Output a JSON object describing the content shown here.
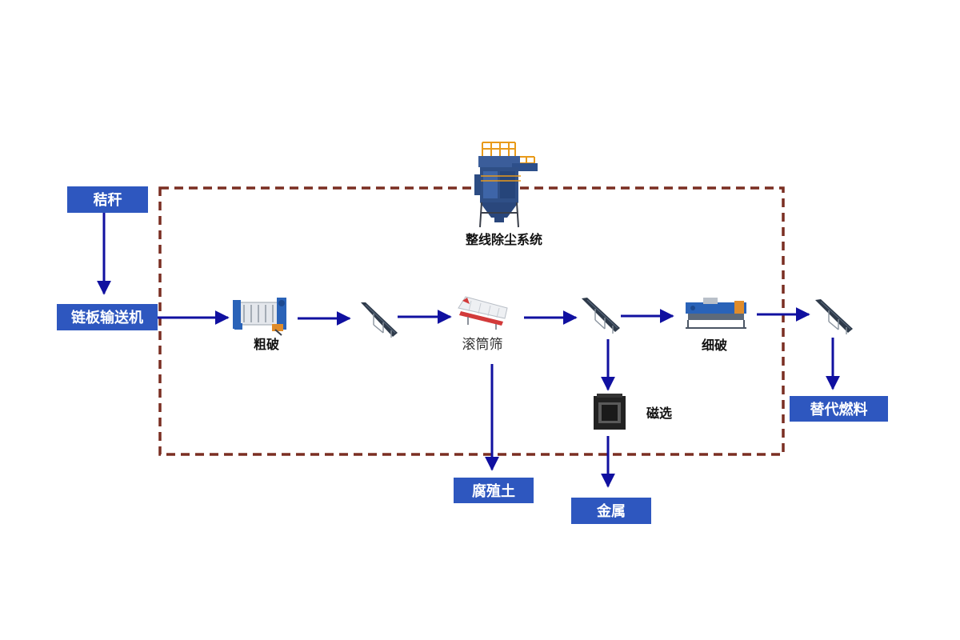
{
  "diagram": {
    "boxes": {
      "straw": "秸秆",
      "chain_conveyor": "链板输送机",
      "humus": "腐殖土",
      "metal": "金属",
      "alt_fuel": "替代燃料"
    },
    "nodes": {
      "coarse_crush": "粗破",
      "drum_screen": "滚筒筛",
      "fine_crush": "细破",
      "magnetic": "磁选",
      "dust_system": "整线除尘系统"
    },
    "colors": {
      "box_fill": "#2e57bf",
      "arrow": "#1010a0",
      "dashed_border": "#7a2e22",
      "machine_blue": "#2a63b8",
      "machine_dark": "#2f3e5a",
      "railing_orange": "#e89a1a"
    }
  }
}
